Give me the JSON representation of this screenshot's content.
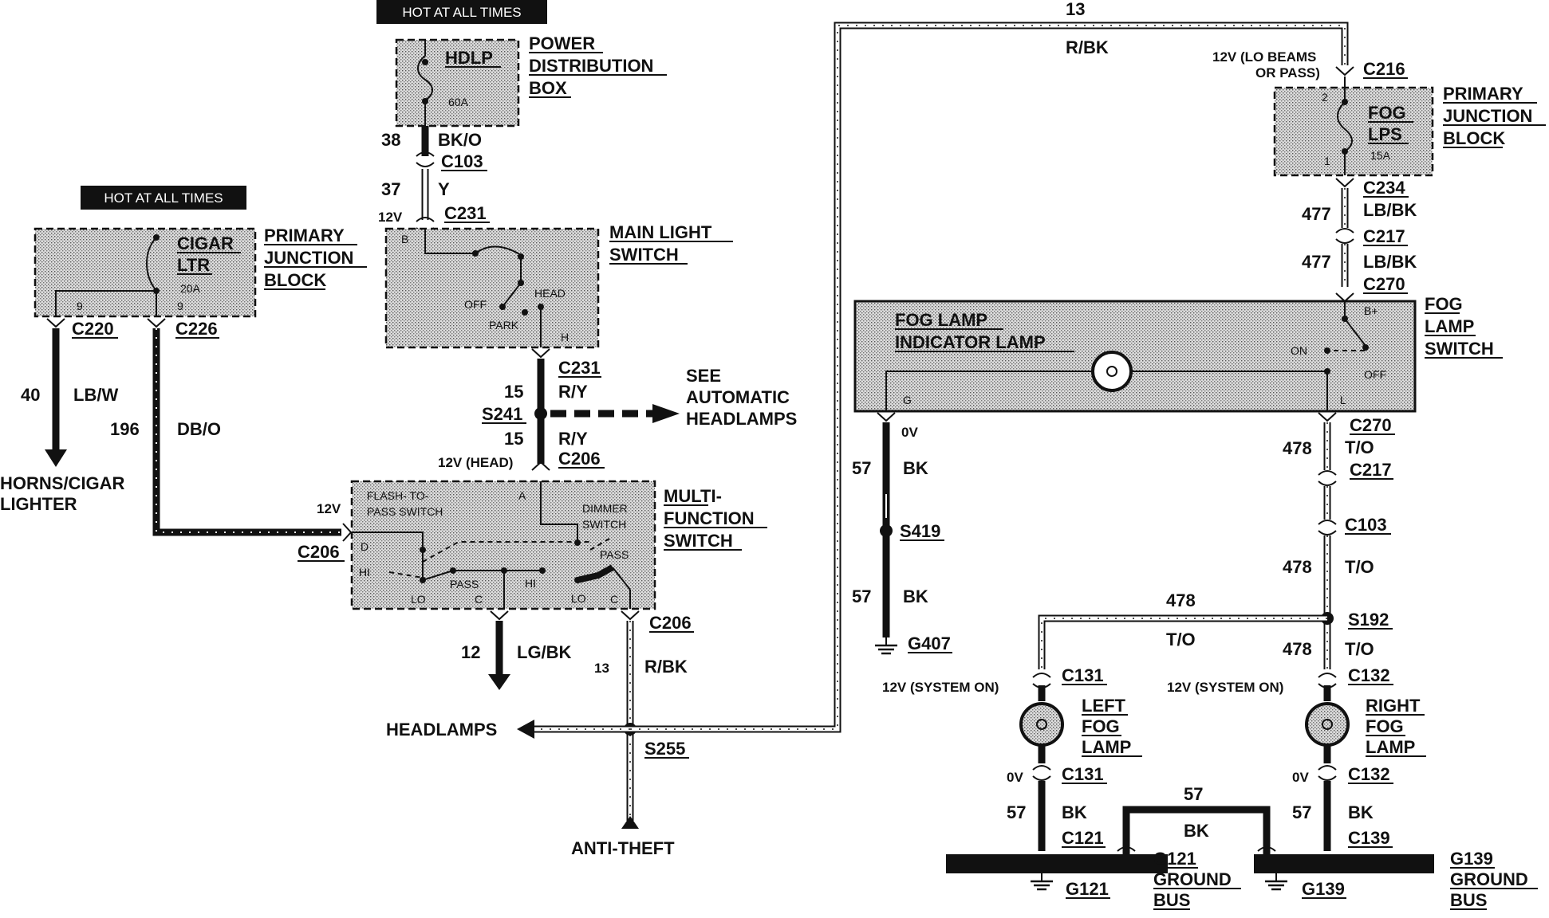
{
  "tags": {
    "hot_top": "HOT AT ALL TIMES",
    "hot_left": "HOT AT ALL TIMES"
  },
  "pdb": {
    "fuse": "HDLP",
    "amps": "60A",
    "line1": "POWER",
    "line2": "DISTRIBUTION",
    "line3": "BOX"
  },
  "pjb_left": {
    "fuse1": "CIGAR",
    "fuse2": "LTR",
    "amps": "20A",
    "pin_a": "9",
    "pin_b": "9",
    "line1": "PRIMARY",
    "line2": "JUNCTION",
    "line3": "BLOCK"
  },
  "pjb_right": {
    "fuse1": "FOG",
    "fuse2": "LPS",
    "amps": "15A",
    "pin_top": "2",
    "pin_bot": "1",
    "line1": "PRIMARY",
    "line2": "JUNCTION",
    "line3": "BLOCK"
  },
  "main_switch": {
    "line1": "MAIN LIGHT",
    "line2": "SWITCH",
    "b": "B",
    "h": "H",
    "off": "OFF",
    "park": "PARK",
    "head": "HEAD"
  },
  "multi_switch": {
    "line1": "MULTI-",
    "line2": "FUNCTION",
    "line3": "SWITCH",
    "flash1": "FLASH- TO-",
    "flash2": "PASS SWITCH",
    "dim1": "DIMMER",
    "dim2": "SWITCH",
    "a": "A",
    "d": "D",
    "hi1": "HI",
    "lo1": "LO",
    "pass1": "PASS",
    "c1": "C",
    "hi2": "HI",
    "lo2": "LO",
    "c2": "C",
    "pass2": "PASS"
  },
  "fog_switch": {
    "ind1": "FOG LAMP",
    "ind2": "INDICATOR LAMP",
    "g": "G",
    "bplus": "B+",
    "on": "ON",
    "off": "OFF",
    "l": "L",
    "line1": "FOG",
    "line2": "LAMP",
    "line3": "SWITCH"
  },
  "wires": {
    "w38": "38",
    "bko": "BK/O",
    "c103a": "C103",
    "w37": "37",
    "y": "Y",
    "v12a": "12V",
    "c231a": "C231",
    "c231b": "C231",
    "w15a": "15",
    "ry1": "R/Y",
    "s241": "S241",
    "w15b": "15",
    "ry2": "R/Y",
    "head12v": "12V (HEAD)",
    "c206a": "C206",
    "see1": "SEE",
    "see2": "AUTOMATIC",
    "see3": "HEADLAMPS",
    "c220": "C220",
    "c226": "C226",
    "w40": "40",
    "lbw": "LB/W",
    "horns1": "HORNS/CIGAR",
    "horns2": "LIGHTER",
    "w196": "196",
    "dbo": "DB/O",
    "v12b": "12V",
    "c206b": "C206",
    "c206c": "C206",
    "w12": "12",
    "lgbk": "LG/BK",
    "w13a": "13",
    "rbk1": "R/BK",
    "headlamps": "HEADLAMPS",
    "s255": "S255",
    "antitheft": "ANTI-THEFT",
    "w13b": "13",
    "rbk2": "R/BK",
    "lobeam1": "12V (LO BEAMS",
    "lobeam2": "OR PASS)",
    "c216": "C216",
    "c234": "C234",
    "w477a": "477",
    "lbbk1": "LB/BK",
    "c217a": "C217",
    "w477b": "477",
    "lbbk2": "LB/BK",
    "c270a": "C270",
    "v0a": "0V",
    "w57a": "57",
    "bk1": "BK",
    "s419": "S419",
    "w57b": "57",
    "bk2": "BK",
    "g407": "G407",
    "c270b": "C270",
    "w478a": "478",
    "to1": "T/O",
    "c217b": "C217",
    "c103b": "C103",
    "w478b": "478",
    "to2": "T/O",
    "w478c": "478",
    "to3": "T/O",
    "s192": "S192",
    "w478d": "478",
    "to4": "T/O",
    "c131a": "C131",
    "sys1": "12V (SYSTEM ON)",
    "left1": "LEFT",
    "left2": "FOG",
    "left3": "LAMP",
    "v0b": "0V",
    "c131b": "C131",
    "c132a": "C132",
    "sys2": "12V (SYSTEM ON)",
    "right1": "RIGHT",
    "right2": "FOG",
    "right3": "LAMP",
    "v0c": "0V",
    "c132b": "C132",
    "w57c": "57",
    "bk3": "BK",
    "c121": "C121",
    "w57d": "57",
    "bk4": "BK",
    "w57e": "57",
    "bk5": "BK",
    "c139": "C139",
    "g121a": "G121",
    "gb1": "GROUND",
    "gb2": "BUS",
    "g121b": "G121",
    "g139a": "G139",
    "g139b": "G139",
    "gb3": "GROUND",
    "gb4": "BUS"
  }
}
